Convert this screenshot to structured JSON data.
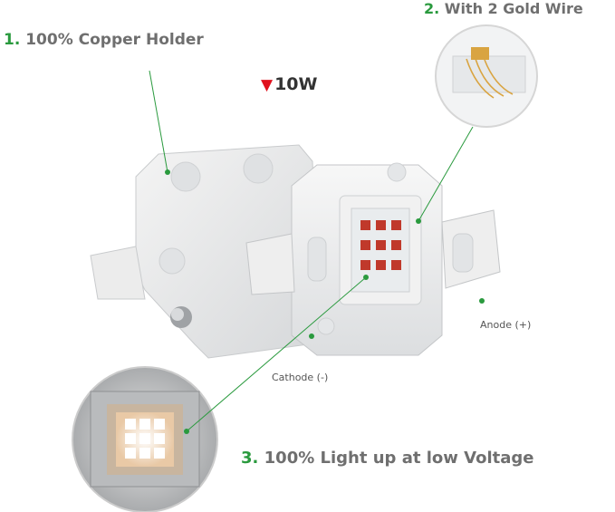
{
  "callouts": {
    "copper": {
      "num": "1.",
      "text": "100% Copper Holder"
    },
    "gold": {
      "num": "2.",
      "text": "With 2 Gold Wire"
    },
    "light": {
      "num": "3.",
      "text": "100% Light up at low Voltage"
    }
  },
  "power": {
    "marker": "▼",
    "text": "10W"
  },
  "pins": {
    "anode": "Anode (+)",
    "cathode": "Cathode (-)"
  },
  "colors": {
    "accent_green": "#2a9a3e",
    "marker_red": "#e0101c",
    "chip_red": "#c0392b"
  }
}
